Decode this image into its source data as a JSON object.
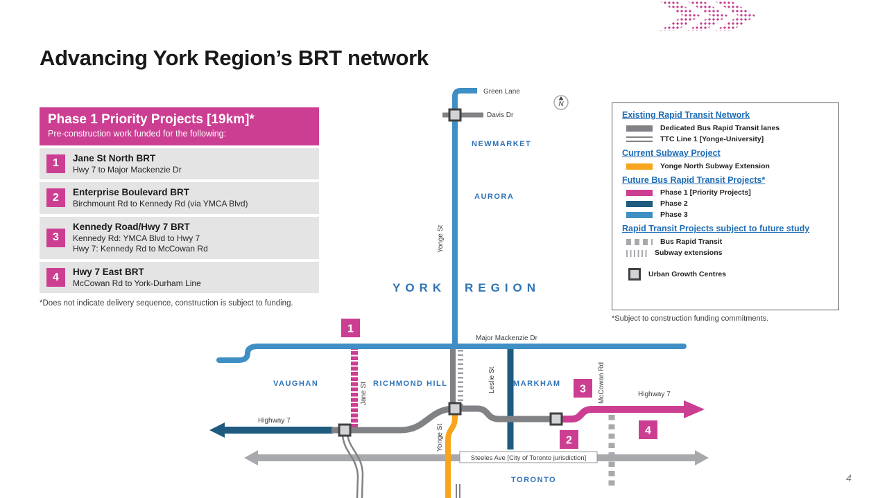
{
  "slide": {
    "title": "Advancing York Region’s BRT network",
    "page_number": "4"
  },
  "colors": {
    "phase1_pink": "#cc3e92",
    "phase2_dark_blue": "#1e5b7e",
    "phase3_blue": "#3f8fc5",
    "existing_brt_gray": "#808285",
    "toronto_gray": "#a7a9ac",
    "subway_orange": "#f7a51c",
    "legend_heading_blue": "#1f6cb5",
    "municipality_blue": "#2e73b5",
    "panel_item_gray": "#e4e4e5"
  },
  "phase_panel": {
    "title": "Phase 1 Priority Projects [19km]*",
    "subtitle": "Pre-construction work funded for the following:",
    "items": [
      {
        "num": "1",
        "title": "Jane St North BRT",
        "lines": [
          "Hwy 7 to Major Mackenzie Dr"
        ]
      },
      {
        "num": "2",
        "title": "Enterprise Boulevard BRT",
        "lines": [
          "Birchmount Rd to Kennedy Rd (via YMCA Blvd)"
        ]
      },
      {
        "num": "3",
        "title": "Kennedy Road/Hwy 7 BRT",
        "lines": [
          "Kennedy Rd: YMCA Blvd to Hwy 7",
          "Hwy 7: Kennedy Rd to McCowan Rd"
        ]
      },
      {
        "num": "4",
        "title": "Hwy 7 East BRT",
        "lines": [
          "McCowan Rd to York-Durham Line"
        ]
      }
    ],
    "footnote": "*Does not indicate delivery sequence, construction is subject to funding."
  },
  "legend": {
    "sections": [
      {
        "heading": "Existing Rapid Transit Network",
        "items": [
          {
            "label": "Dedicated Bus Rapid Transit lanes"
          },
          {
            "label": "TTC Line 1 [Yonge-University]"
          }
        ]
      },
      {
        "heading": "Current Subway Project",
        "items": [
          {
            "label": "Yonge North Subway Extension"
          }
        ]
      },
      {
        "heading": "Future Bus Rapid Transit Projects*",
        "items": [
          {
            "label": "Phase 1 [Priority Projects]"
          },
          {
            "label": "Phase 2"
          },
          {
            "label": "Phase 3"
          }
        ]
      },
      {
        "heading": "Rapid Transit Projects subject to future study",
        "items": [
          {
            "label": "Bus Rapid Transit"
          },
          {
            "label": "Subway extensions"
          },
          {
            "label": "Urban Growth Centres"
          }
        ]
      }
    ],
    "footnote": "*Subject to construction funding commitments."
  },
  "map": {
    "municipalities": {
      "newmarket": "NEWMARKET",
      "aurora": "AURORA",
      "vaughan": "VAUGHAN",
      "richmond_hill": "RICHMOND HILL",
      "markham": "MARKHAM",
      "toronto": "TORONTO",
      "york": "YORK",
      "region": "REGION"
    },
    "streets": {
      "green_lane": "Green Lane",
      "davis_dr": "Davis Dr",
      "yonge_st_north": "Yonge St",
      "yonge_st_south": "Yonge St",
      "major_mackenzie": "Major Mackenzie Dr",
      "jane_st": "Jane St",
      "leslie_st": "Leslie St",
      "mccowan_rd": "McCowan Rd",
      "highway7_west": "Highway 7",
      "highway7_east": "Highway 7",
      "steeles": "Steeles Ave [City of Toronto jurisdiction]"
    },
    "badges": {
      "b1": "1",
      "b2": "2",
      "b3": "3",
      "b4": "4"
    },
    "compass": "N"
  }
}
